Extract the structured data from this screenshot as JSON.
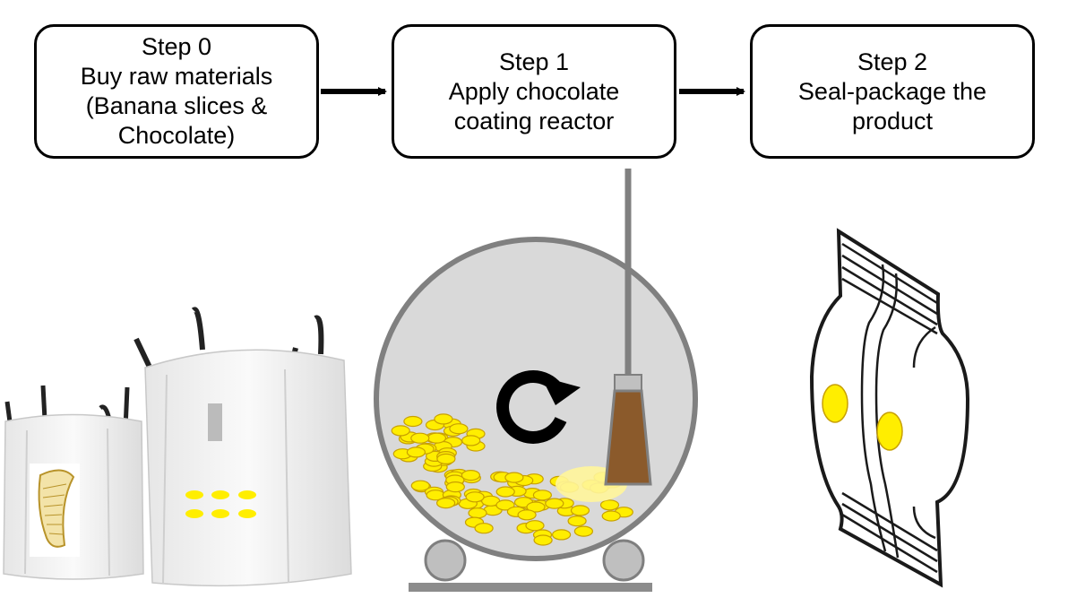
{
  "steps": [
    {
      "title": "Step 0",
      "lines": [
        "Buy raw materials",
        "(Banana slices &",
        "Chocolate)"
      ]
    },
    {
      "title": "Step 1",
      "lines": [
        "Apply chocolate",
        "coating reactor"
      ]
    },
    {
      "title": "Step 2",
      "lines": [
        "Seal-package the",
        "product"
      ]
    }
  ],
  "colors": {
    "slice_fill": "#ffee00",
    "slice_stroke": "#c8a000",
    "chocolate": "#8b5a2b",
    "reactor_gray": "#d9d9d9",
    "reactor_edge": "#808080",
    "bag_white": "#f2f2f2"
  },
  "icons": {
    "raw_materials": "bulk-bag-icon",
    "banana": "banana-slice-icon",
    "rotation": "rotation-arrow-icon",
    "dispenser": "chocolate-dispenser-icon",
    "package": "sealed-package-icon"
  }
}
